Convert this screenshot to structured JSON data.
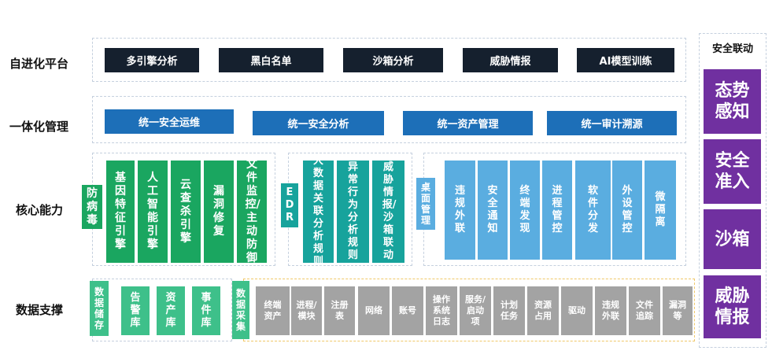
{
  "rows": {
    "platform": "自进化平台",
    "management": "一体化管理",
    "core": "核心能力",
    "data": "数据支撑"
  },
  "platform_items": [
    "多引擎分析",
    "黑白名单",
    "沙箱分析",
    "威胁情报",
    "AI模型训练"
  ],
  "management_items": [
    "统一安全运维",
    "统一安全分析",
    "统一资产管理",
    "统一审计溯源"
  ],
  "antivirus": {
    "label": "防病毒",
    "items": [
      "基因特征引擎",
      "人工智能引擎",
      "云查杀引擎",
      "漏洞修复",
      "文件监控/主动防御"
    ]
  },
  "edr": {
    "label": "EDR",
    "items": [
      "大数据关联分析规则",
      "异常行为分析规则",
      "威胁情报/沙箱联动"
    ]
  },
  "desktop": {
    "label": "桌面管理",
    "items": [
      "违规外联",
      "安全通知",
      "终端发现",
      "进程管控",
      "软件分发",
      "外设管控",
      "微隔离"
    ]
  },
  "storage": {
    "label": "数据储存",
    "items": [
      "告警库",
      "资产库",
      "事件库"
    ]
  },
  "collection": {
    "label": "数据采集",
    "items": [
      "终端资产",
      "进程/模块",
      "注册表",
      "网络",
      "账号",
      "操作系统日志",
      "服务/启动项",
      "计划任务",
      "资源占用",
      "驱动",
      "违规外联",
      "文件追踪",
      "漏洞等"
    ]
  },
  "linkage": {
    "title": "安全联动",
    "items": [
      "态势感知",
      "安全准入",
      "沙箱",
      "威胁情报"
    ]
  },
  "colors": {
    "dark": "#15202e",
    "blue": "#1d6fb8",
    "green": "#1aa660",
    "mint": "#3ec08a",
    "teal": "#17a39c",
    "sky": "#5aade0",
    "gray": "#a3a3a3",
    "purple": "#7030a0"
  }
}
